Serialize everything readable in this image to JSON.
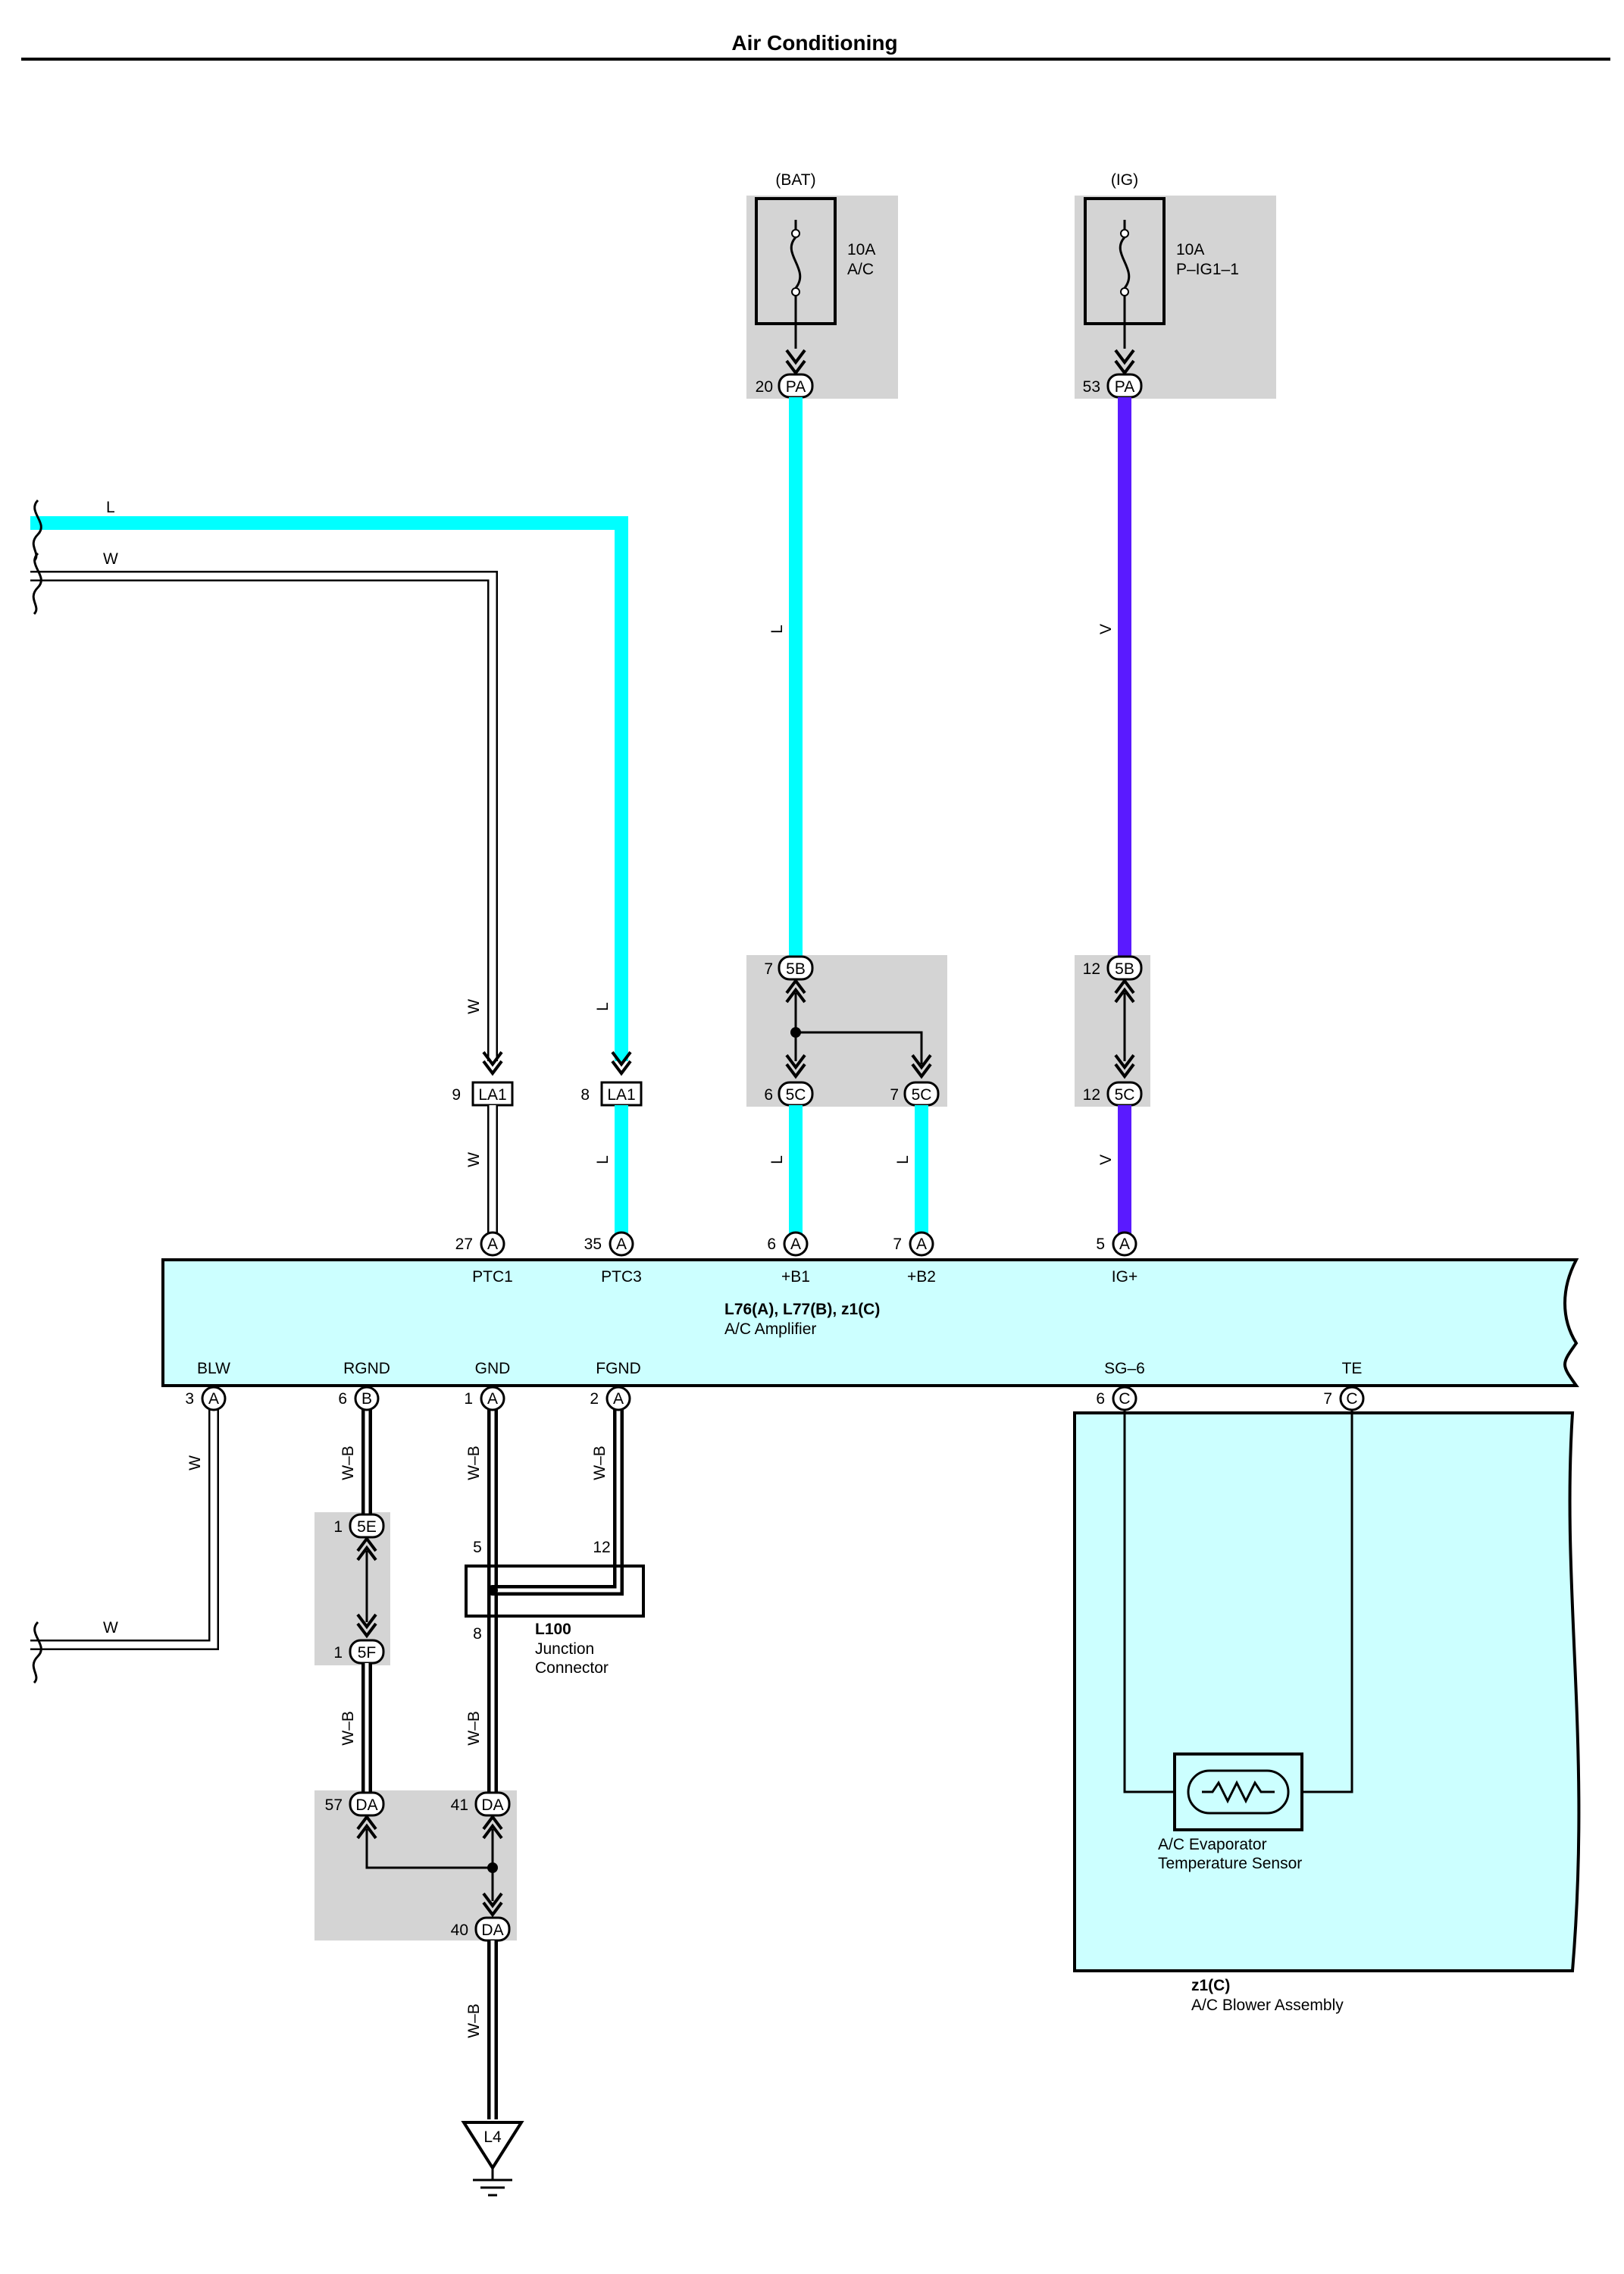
{
  "title": "Air Conditioning",
  "colors": {
    "light_blue_wire": "#00ffff",
    "violet_wire": "#5a1aff",
    "white_wire": "#ffffff",
    "wb_wire": "#000000",
    "shade_box": "#d4d4d4",
    "component_fill": "#ccffff"
  },
  "fuses": [
    {
      "source": "(BAT)",
      "rating": "10A",
      "name": "A/C",
      "pin": "20",
      "connector": "PA"
    },
    {
      "source": "(IG)",
      "rating": "10A",
      "name": "P–IG1–1",
      "pin": "53",
      "connector": "PA"
    }
  ],
  "wires": {
    "l": "L",
    "w": "W",
    "v": "V",
    "wb": "W–B"
  },
  "connectors": {
    "la1_9": {
      "pin": "9",
      "code": "LA1"
    },
    "la1_8": {
      "pin": "8",
      "code": "LA1"
    },
    "j5b_7": {
      "pin": "7",
      "code": "5B"
    },
    "j5c_6": {
      "pin": "6",
      "code": "5C"
    },
    "j5c_7": {
      "pin": "7",
      "code": "5C"
    },
    "j5b_12": {
      "pin": "12",
      "code": "5B"
    },
    "j5c_12": {
      "pin": "12",
      "code": "5C"
    },
    "j5e_1": {
      "pin": "1",
      "code": "5E"
    },
    "j5f_1": {
      "pin": "1",
      "code": "5F"
    },
    "da_57": {
      "pin": "57",
      "code": "DA"
    },
    "da_41": {
      "pin": "41",
      "code": "DA"
    },
    "da_40": {
      "pin": "40",
      "code": "DA"
    }
  },
  "amplifier": {
    "codes": "L76(A), L77(B), z1(C)",
    "name": "A/C Amplifier",
    "top_pins": [
      {
        "num": "27",
        "conn": "A",
        "term": "PTC1"
      },
      {
        "num": "35",
        "conn": "A",
        "term": "PTC3"
      },
      {
        "num": "6",
        "conn": "A",
        "term": "+B1"
      },
      {
        "num": "7",
        "conn": "A",
        "term": "+B2"
      },
      {
        "num": "5",
        "conn": "A",
        "term": "IG+"
      }
    ],
    "bottom_pins": [
      {
        "num": "3",
        "conn": "A",
        "term": "BLW"
      },
      {
        "num": "6",
        "conn": "B",
        "term": "RGND"
      },
      {
        "num": "1",
        "conn": "A",
        "term": "GND"
      },
      {
        "num": "2",
        "conn": "A",
        "term": "FGND"
      },
      {
        "num": "6",
        "conn": "C",
        "term": "SG–6"
      },
      {
        "num": "7",
        "conn": "C",
        "term": "TE"
      }
    ]
  },
  "junction": {
    "code": "L100",
    "name_line1": "Junction",
    "name_line2": "Connector",
    "pin_left": "5",
    "pin_right": "12",
    "pin_bottom": "8"
  },
  "sensor": {
    "line1": "A/C Evaporator",
    "line2": "Temperature Sensor"
  },
  "blower": {
    "code": "z1(C)",
    "name": "A/C Blower Assembly"
  },
  "ground": {
    "code": "L4"
  }
}
